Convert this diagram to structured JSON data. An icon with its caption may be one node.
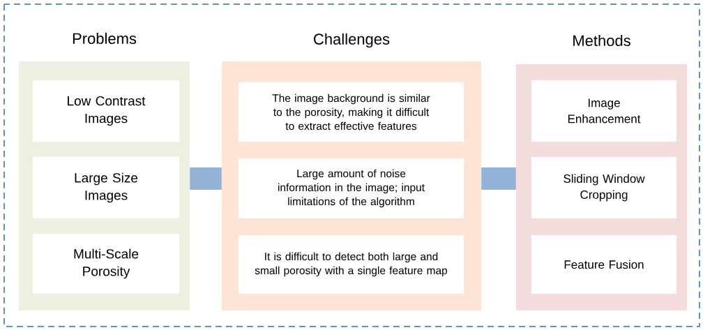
{
  "diagram": {
    "nodes": [
      {
        "text": [
          "Problems"
        ]
      },
      {
        "text": [
          "Low Contrast Images"
        ],
        "in": 0
      },
      {
        "text": [
          "Large Size Images"
        ],
        "in": 0
      },
      {
        "text": [
          "Multi-Scale Porosity"
        ],
        "in": 0
      },
      {
        "text": [
          "Challenges"
        ]
      },
      {
        "text": [
          "The image background is similar to the porosity, making it difficult to extract effective features"
        ],
        "in": 4
      },
      {
        "text": [
          "Large amount of noise information in the image; input limitations of the algorithm"
        ],
        "in": 4
      },
      {
        "text": [
          "It is difficult to detect both large and small porosity with a single feature map"
        ],
        "in": 4
      },
      {
        "text": [
          "Methods"
        ]
      },
      {
        "text": [
          "Image Enhancement"
        ],
        "in": 8
      },
      {
        "text": [
          "Sliding Window Cropping"
        ],
        "in": 8
      },
      {
        "text": [
          "Feature Fusion"
        ],
        "in": 8
      }
    ],
    "edges": [
      {
        "from": 0,
        "to": 4,
        "arrow": "none"
      },
      {
        "from": 4,
        "to": 8,
        "arrow": "none"
      }
    ]
  }
}
